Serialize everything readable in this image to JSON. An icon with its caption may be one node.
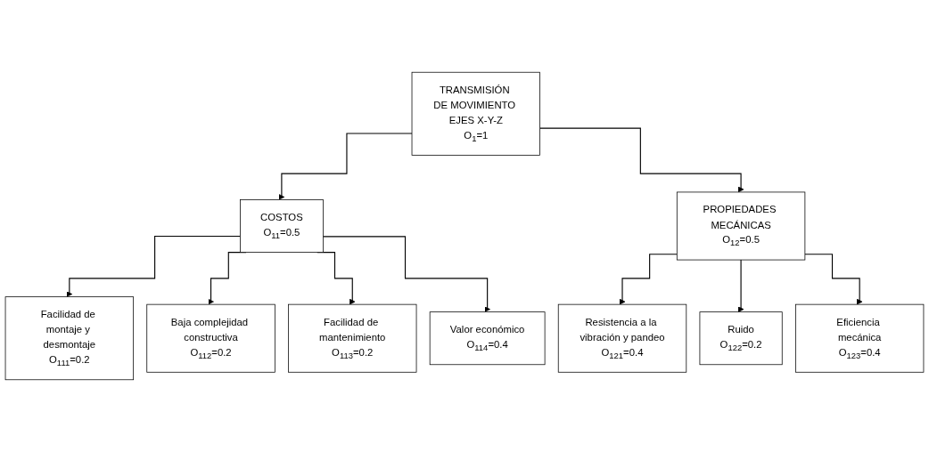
{
  "diagram": {
    "nodes": [
      {
        "text": [
          "TRANSMISIÓN DE MOVIMIENTO EJES X-Y-Z",
          "O$_{1}$=1"
        ]
      },
      {
        "text": [
          "COSTOS",
          "O$_{11}$=0.5"
        ]
      },
      {
        "text": [
          "PROPIEDADES MECÁNICAS",
          "O$_{12}$=0.5"
        ]
      },
      {
        "text": [
          "Facilidad de montaje y desmontaje",
          "O$_{111}$=0.2"
        ]
      },
      {
        "text": [
          "Baja complejidad constructiva",
          "O$_{112}$=0.2"
        ]
      },
      {
        "text": [
          "Facilidad de mantenimiento",
          "O$_{113}$=0.2"
        ]
      },
      {
        "text": [
          "Valor económico",
          "O$_{114}$=0.4"
        ]
      },
      {
        "text": [
          "Resistencia a la vibración y pandeo",
          "O$_{121}$=0.4"
        ]
      },
      {
        "text": [
          "Ruido",
          "O$_{122}$=0.2"
        ]
      },
      {
        "text": [
          "Eficiencia mecánica",
          "O$_{123}$=0.4"
        ]
      }
    ],
    "edges": [
      {
        "from": 0,
        "to": 1,
        "arrow": "to"
      },
      {
        "from": 0,
        "to": 2,
        "arrow": "to"
      },
      {
        "from": 1,
        "to": 3,
        "arrow": "to"
      },
      {
        "from": 1,
        "to": 4,
        "arrow": "to"
      },
      {
        "from": 1,
        "to": 5,
        "arrow": "to"
      },
      {
        "from": 1,
        "to": 6,
        "arrow": "to"
      },
      {
        "from": 2,
        "to": 7,
        "arrow": "to"
      },
      {
        "from": 2,
        "to": 8,
        "arrow": "to"
      },
      {
        "from": 2,
        "to": 9,
        "arrow": "to"
      }
    ]
  }
}
